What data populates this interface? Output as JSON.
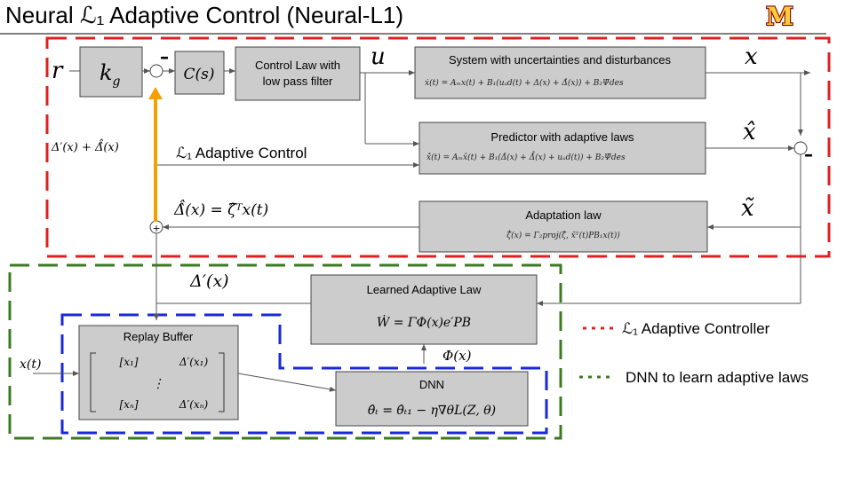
{
  "title": "Neural ℒ₁ Adaptive Control (Neural-L1)",
  "logo_letter": "M",
  "colors": {
    "red_dash": "#e02020",
    "green_dash": "#3a7a20",
    "blue_dash": "#1a28d8",
    "orange_arrow": "#f5a000",
    "logo_maroon": "#7a0019",
    "logo_gold": "#ffcc33",
    "box_fill": "#cccccc"
  },
  "signals": {
    "r": "r",
    "kg": "k",
    "kg_sub": "g",
    "cs": "C(s)",
    "u": "u",
    "x": "x",
    "x_hat": "x̂",
    "x_tilde": "x̃",
    "minus": "–",
    "plus": "+",
    "delta_sum": "Δ′(x) + Δ̂̂(x)",
    "delta_hat_eq": "Δ̂̂(x) = ζ̂ᵀx(t)",
    "delta_prime": "Δ′(x)",
    "phi": "Φ(x)",
    "xt": "x(t)",
    "l1_label": "ℒ₁  Adaptive Control"
  },
  "blocks": {
    "control_law": [
      "Control Law with",
      "low pass filter"
    ],
    "system": {
      "title": "System with uncertainties and disturbances",
      "eq": "ẋ(t)   = Aₘx(t) + B₁(uₐd(t) + Δ(x) + Δ̂(x)) + B₂Ψ̇des"
    },
    "predictor": {
      "title": "Predictor with adaptive laws",
      "eq": "x̂̇(t)   = Aₘx̂(t) + B₁(Δ̂(x) + Δ̂̂(x) + uₐd(t)) + B₂Ψ̇des"
    },
    "adaptation": {
      "title": "Adaptation law",
      "eq": "ζ̂̇(x) = Γ₂proj(ζ̂, x̃ᵀ(t)PB₁x(t))"
    },
    "learned": {
      "title": "Learned Adaptive Law",
      "eq": "Ẇ = ΓΦ(x)e′PB"
    },
    "replay": {
      "title": "Replay Buffer",
      "rows": [
        [
          "[x₁]",
          "Δ′(x₁)"
        ],
        [
          "⋮",
          ""
        ],
        [
          "[xₙ]",
          "Δ′(xₙ)"
        ]
      ]
    },
    "dnn": {
      "title": "DNN",
      "eq": "θ̂ₜ = θ̂ₜ₁ − η∇θL(Z, θ)"
    }
  },
  "legend": [
    {
      "label": "ℒ₁ Adaptive Controller",
      "color": "#e02020"
    },
    {
      "label": "DNN to learn adaptive laws",
      "color": "#3a7a20"
    }
  ]
}
